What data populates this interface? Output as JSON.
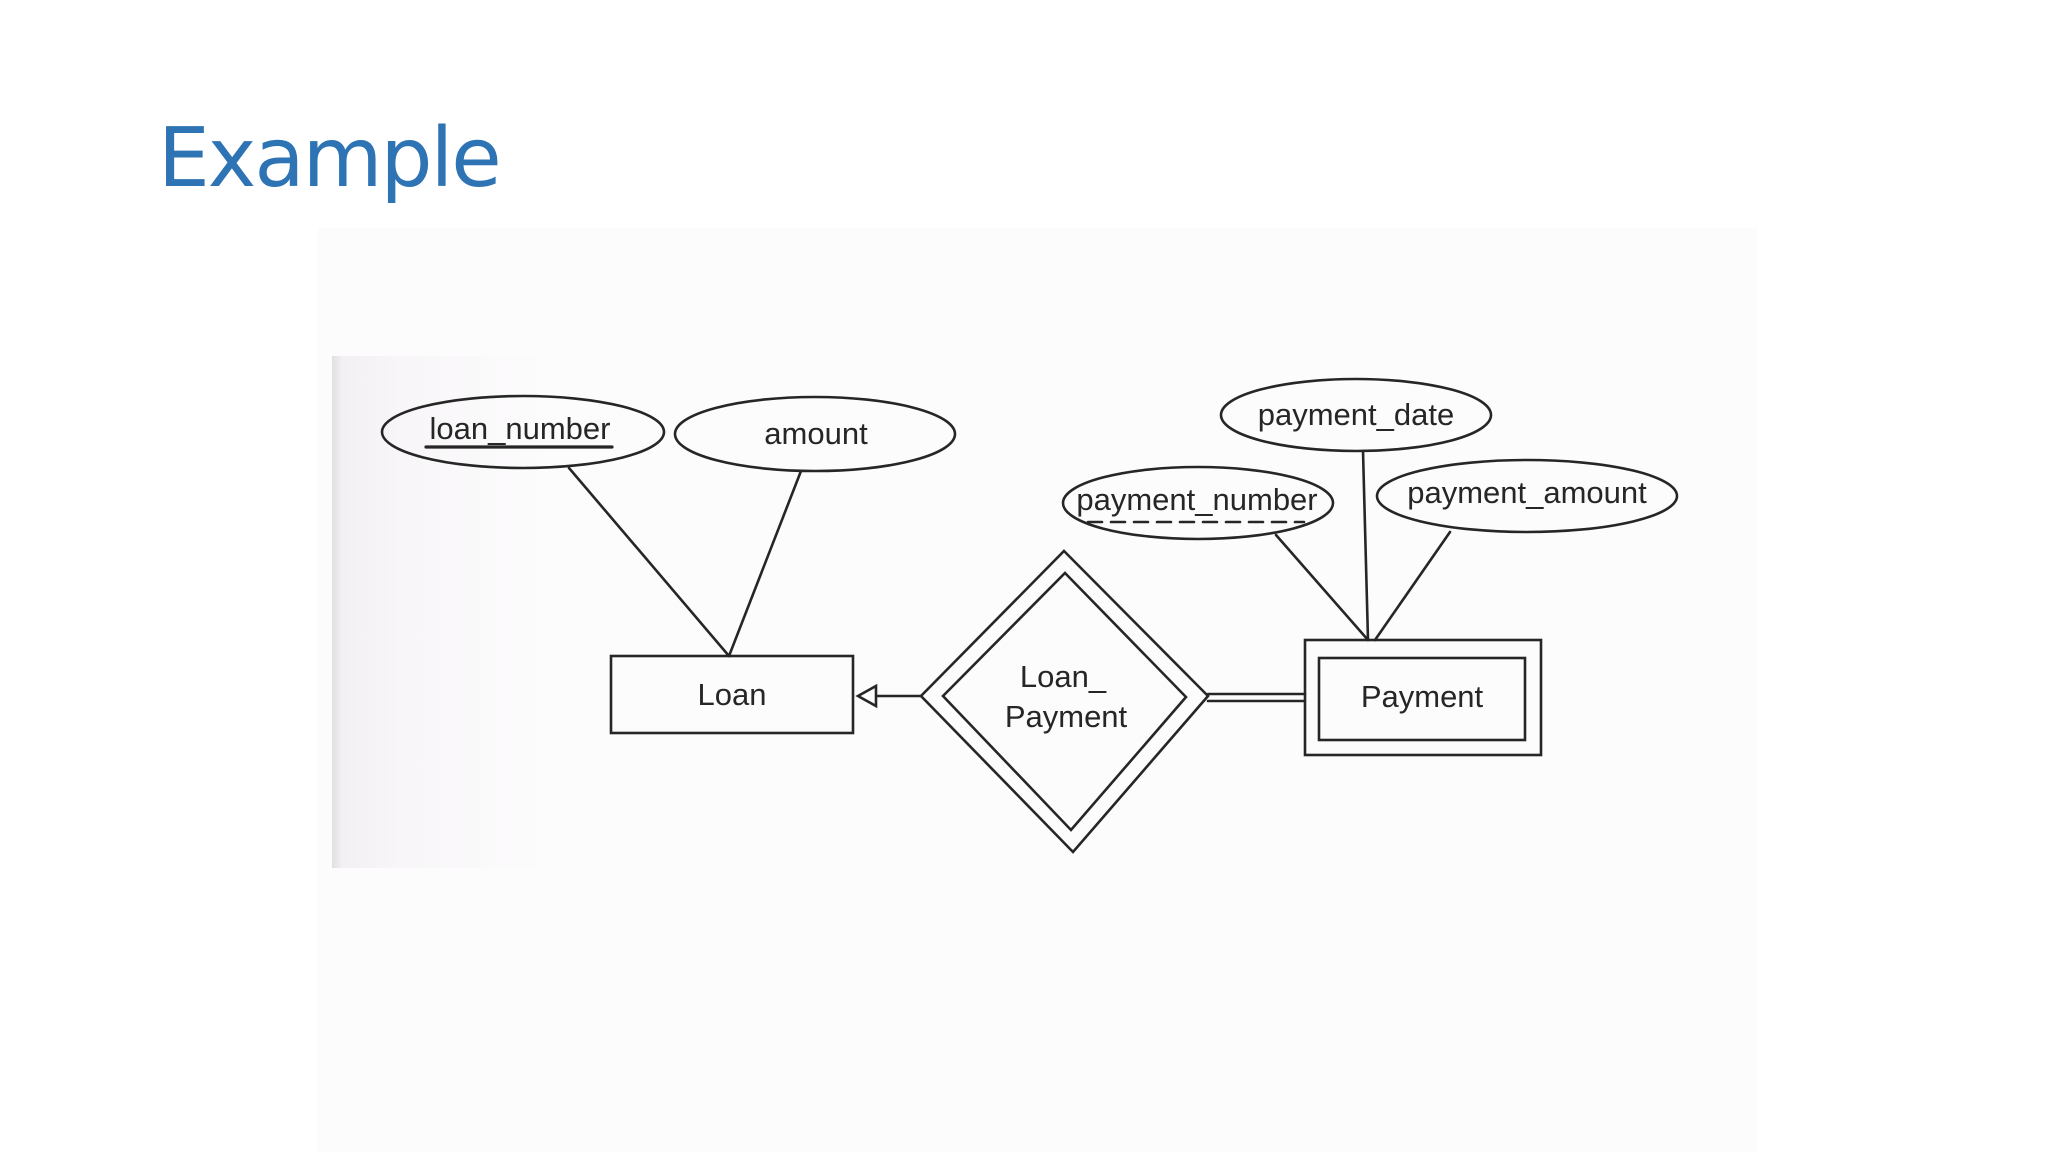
{
  "slide": {
    "title": "Example",
    "title_color": "#2e74b5"
  },
  "diagram": {
    "entities": [
      {
        "id": "loan",
        "label": "Loan",
        "kind": "strong-entity"
      },
      {
        "id": "payment",
        "label": "Payment",
        "kind": "weak-entity"
      }
    ],
    "relationships": [
      {
        "id": "loan-payment",
        "label_lines": [
          "Loan_",
          "Payment"
        ],
        "kind": "identifying-relationship"
      }
    ],
    "attributes": [
      {
        "id": "loan-number",
        "label": "loan_number",
        "owner": "loan",
        "key": "primary"
      },
      {
        "id": "amount",
        "label": "amount",
        "owner": "loan",
        "key": "none"
      },
      {
        "id": "payment-date",
        "label": "payment_date",
        "owner": "payment",
        "key": "none"
      },
      {
        "id": "payment-number",
        "label": "payment_number",
        "owner": "payment",
        "key": "partial"
      },
      {
        "id": "payment-amount",
        "label": "payment_amount",
        "owner": "payment",
        "key": "none"
      }
    ],
    "connections": [
      {
        "from": "loan-payment",
        "to": "loan",
        "style": "single-arrow"
      },
      {
        "from": "loan-payment",
        "to": "payment",
        "style": "double-line-total-participation"
      }
    ],
    "ink_color": "#262626"
  }
}
